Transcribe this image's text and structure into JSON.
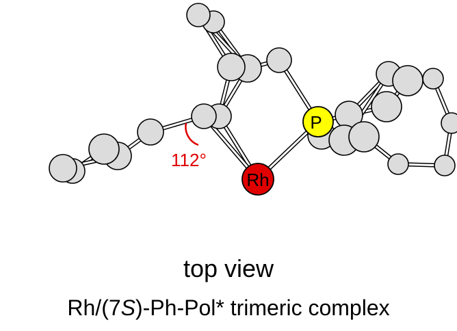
{
  "view_label": "top view",
  "complex_name": {
    "prefix": "Rh/(7",
    "stereo": "S",
    "suffix": ")-Ph-Pol* trimeric complex"
  },
  "angle_label": "112°",
  "atoms": {
    "rh": {
      "label": "Rh",
      "color": "#e00000"
    },
    "p": {
      "label": "P",
      "color": "#ffff00"
    },
    "carbon_color": "#dcdcdc"
  },
  "annotation_color": "#e00000"
}
